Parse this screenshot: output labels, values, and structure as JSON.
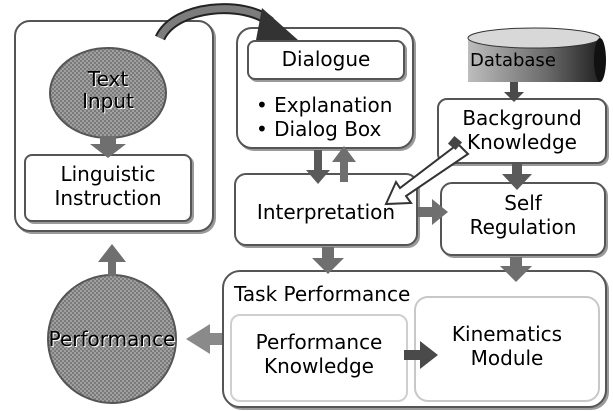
{
  "nodes": {
    "text_input": "Text\nInput",
    "linguistic_instruction": "Linguistic\nInstruction",
    "dialogue": "Dialogue",
    "explanation": "• Explanation",
    "dialog_box": "• Dialog Box",
    "database": "Database",
    "background_knowledge": "Background\nKnowledge",
    "interpretation": "Interpretation",
    "self_regulation": "Self\nRegulation",
    "task_performance": "Task Performance",
    "performance": "Performance",
    "performance_knowledge": "Performance\nKnowledge",
    "kinematics_module": "Kinematics\nModule"
  },
  "colors": {
    "oval_fill": "#8c8c8c",
    "arrow_fill": "#6f6f6f",
    "border": "#555555",
    "database_dark": "#222222"
  }
}
